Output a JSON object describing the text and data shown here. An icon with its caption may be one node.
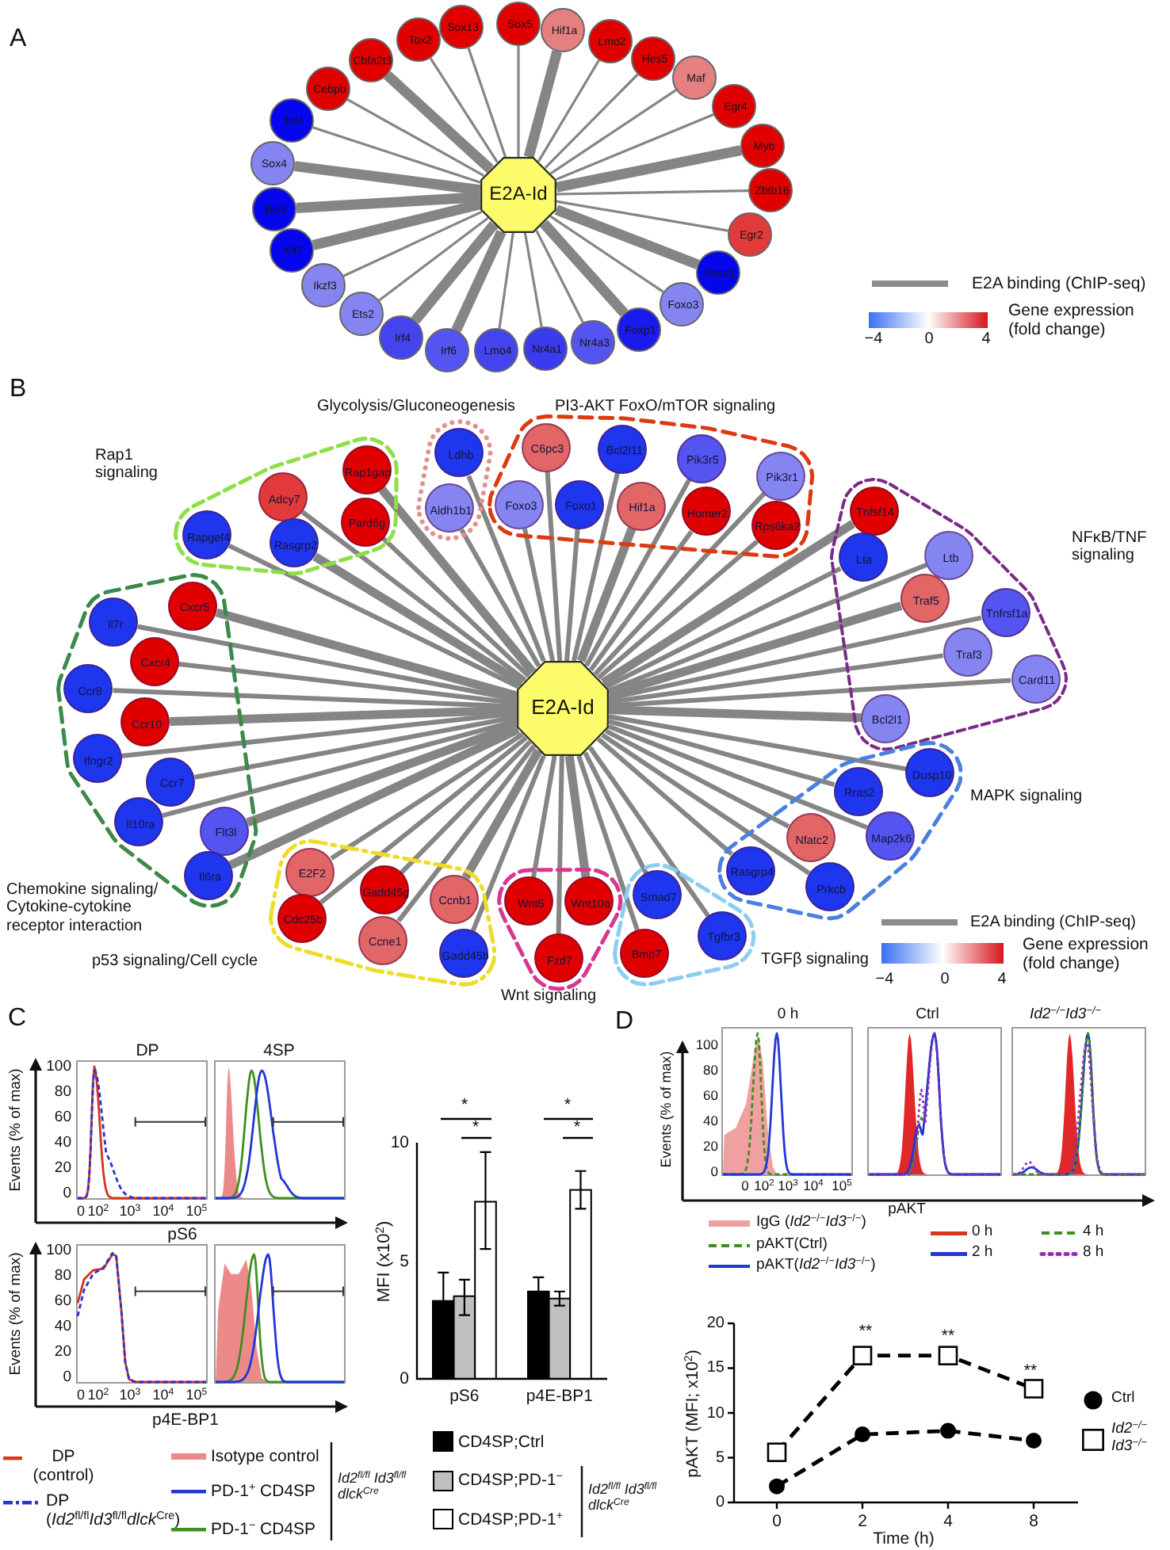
{
  "diagram": {
    "nodes": [
      {
        "text": [
          "E2A-Id"
        ]
      },
      {
        "text": [
          "Cebpb"
        ]
      },
      {
        "text": [
          "Cbfa2t3"
        ]
      },
      {
        "text": [
          "Tox2"
        ]
      },
      {
        "text": [
          "Sox13"
        ]
      },
      {
        "text": [
          "Sox5"
        ]
      },
      {
        "text": [
          "Hif1a"
        ]
      },
      {
        "text": [
          "Lmo2"
        ]
      },
      {
        "text": [
          "Hes5"
        ]
      },
      {
        "text": [
          "Maf"
        ]
      },
      {
        "text": [
          "Egr4"
        ]
      },
      {
        "text": [
          "Myb"
        ]
      },
      {
        "text": [
          "Zbtb16"
        ]
      },
      {
        "text": [
          "Egr2"
        ]
      },
      {
        "text": [
          "Foxo1"
        ]
      },
      {
        "text": [
          "Foxo3"
        ]
      },
      {
        "text": [
          "Foxp1"
        ]
      },
      {
        "text": [
          "Nr4a3"
        ]
      },
      {
        "text": [
          "Nr4a1"
        ]
      },
      {
        "text": [
          "Lmo4"
        ]
      },
      {
        "text": [
          "Irf6"
        ]
      },
      {
        "text": [
          "Irf4"
        ]
      },
      {
        "text": [
          "Ets2"
        ]
      },
      {
        "text": [
          "Ikzf3"
        ]
      },
      {
        "text": [
          "Klf7"
        ]
      },
      {
        "text": [
          "Bcl3"
        ]
      },
      {
        "text": [
          "Sox4"
        ]
      },
      {
        "text": [
          "Tcf4"
        ]
      },
      {
        "text": [
          "E2A-Id"
        ]
      },
      {
        "text": [
          "Glycolysis/Gluconeogenesis"
        ]
      },
      {
        "text": [
          "Ldhb"
        ],
        "in": 29
      },
      {
        "text": [
          "Aldh1b1"
        ],
        "in": 29
      },
      {
        "text": [
          "Rap1 signaling"
        ]
      },
      {
        "text": [
          "Rap1gap"
        ],
        "in": 32
      },
      {
        "text": [
          "Pard6g"
        ],
        "in": 32
      },
      {
        "text": [
          "Rapgef4"
        ],
        "in": 32
      },
      {
        "text": [
          "Adcy7"
        ],
        "in": 32
      },
      {
        "text": [
          "Rasgrp2"
        ],
        "in": 32
      },
      {
        "text": [
          "PI3-AKT FoxO/mTOR signaling"
        ]
      },
      {
        "text": [
          "C6pc3"
        ],
        "in": 38
      },
      {
        "text": [
          "Bcl2l11"
        ],
        "in": 38
      },
      {
        "text": [
          "Foxo3"
        ],
        "in": 38
      },
      {
        "text": [
          "Foxo1"
        ],
        "in": 38
      },
      {
        "text": [
          "Pik3r5"
        ],
        "in": 38
      },
      {
        "text": [
          "Hif1a"
        ],
        "in": 38
      },
      {
        "text": [
          "Pik3r1"
        ],
        "in": 38
      },
      {
        "text": [
          "Homer2"
        ],
        "in": 38
      },
      {
        "text": [
          "Rps6ka2"
        ],
        "in": 38
      },
      {
        "text": [
          "NFκB/TNF signaling"
        ]
      },
      {
        "text": [
          "Tnfsf14"
        ],
        "in": 48
      },
      {
        "text": [
          "Lta"
        ],
        "in": 48
      },
      {
        "text": [
          "Tnfrsf1a"
        ],
        "in": 48
      },
      {
        "text": [
          "Ltb"
        ],
        "in": 48
      },
      {
        "text": [
          "Traf5"
        ],
        "in": 48
      },
      {
        "text": [
          "Bcl2l1"
        ],
        "in": 48
      },
      {
        "text": [
          "Traf3"
        ],
        "in": 48
      },
      {
        "text": [
          "Card11"
        ],
        "in": 48
      },
      {
        "text": [
          "Chemokine signaling/ Cytokine-cytokine receptor interaction"
        ]
      },
      {
        "text": [
          "Il7r"
        ],
        "in": 57
      },
      {
        "text": [
          "Cxcr5"
        ],
        "in": 57
      },
      {
        "text": [
          "Ccr8"
        ],
        "in": 57
      },
      {
        "text": [
          "Ifngr2"
        ],
        "in": 57
      },
      {
        "text": [
          "Cxcr4"
        ],
        "in": 57
      },
      {
        "text": [
          "Il10ra"
        ],
        "in": 57
      },
      {
        "text": [
          "Ccr10"
        ],
        "in": 57
      },
      {
        "text": [
          "Flt3l"
        ],
        "in": 57
      },
      {
        "text": [
          "Ccr7"
        ],
        "in": 57
      },
      {
        "text": [
          "Il6ra"
        ],
        "in": 57
      },
      {
        "text": [
          "MAPK signaling"
        ]
      },
      {
        "text": [
          "Rras2"
        ],
        "in": 68
      },
      {
        "text": [
          "Dusp10"
        ],
        "in": 68
      },
      {
        "text": [
          "Nfatc2"
        ],
        "in": 68
      },
      {
        "text": [
          "Map2k6"
        ],
        "in": 68
      },
      {
        "text": [
          "Rasgrp4"
        ],
        "in": 68
      },
      {
        "text": [
          "Prkcb"
        ],
        "in": 68
      },
      {
        "text": [
          "p53 signaling/Cell cycle"
        ]
      },
      {
        "text": [
          "E2F2"
        ],
        "in": 75
      },
      {
        "text": [
          "Gadd45g"
        ],
        "in": 75
      },
      {
        "text": [
          "Cdc25b"
        ],
        "in": 75
      },
      {
        "text": [
          "Gadd45b"
        ],
        "in": 75
      },
      {
        "text": [
          "Ccne1"
        ],
        "in": 75
      },
      {
        "text": [
          "Ccnb1"
        ],
        "in": 75
      },
      {
        "text": [
          "TGFβ signaling"
        ]
      },
      {
        "text": [
          "Bmp7"
        ],
        "in": 82
      },
      {
        "text": [
          "Smad7"
        ],
        "in": 82
      },
      {
        "text": [
          "Tgfbr3"
        ],
        "in": 82
      },
      {
        "text": [
          "Wnt signaling"
        ]
      },
      {
        "text": [
          "Wnt6"
        ],
        "in": 86
      },
      {
        "text": [
          "Wnt10a"
        ],
        "in": 86
      },
      {
        "text": [
          "Fzd7"
        ],
        "in": 86
      }
    ],
    "edges": [
      {
        "from": 0,
        "to": 1,
        "arrow": "none"
      },
      {
        "from": 0,
        "to": 2,
        "arrow": "none",
        "style": "thick"
      },
      {
        "from": 0,
        "to": 3,
        "arrow": "none"
      },
      {
        "from": 0,
        "to": 4,
        "arrow": "none"
      },
      {
        "from": 0,
        "to": 5,
        "arrow": "none"
      },
      {
        "from": 0,
        "to": 6,
        "arrow": "none",
        "style": "thick"
      },
      {
        "from": 0,
        "to": 7,
        "arrow": "none"
      },
      {
        "from": 0,
        "to": 8,
        "arrow": "none"
      },
      {
        "from": 0,
        "to": 9,
        "arrow": "none"
      },
      {
        "from": 0,
        "to": 10,
        "arrow": "none"
      },
      {
        "from": 0,
        "to": 11,
        "arrow": "none",
        "style": "thick"
      },
      {
        "from": 0,
        "to": 12,
        "arrow": "none"
      },
      {
        "from": 0,
        "to": 13,
        "arrow": "none"
      },
      {
        "from": 0,
        "to": 14,
        "arrow": "none",
        "style": "thick"
      },
      {
        "from": 0,
        "to": 15,
        "arrow": "none"
      },
      {
        "from": 0,
        "to": 16,
        "arrow": "none",
        "style": "thick"
      },
      {
        "from": 0,
        "to": 17,
        "arrow": "none"
      },
      {
        "from": 0,
        "to": 18,
        "arrow": "none"
      },
      {
        "from": 0,
        "to": 19,
        "arrow": "none"
      },
      {
        "from": 0,
        "to": 20,
        "arrow": "none",
        "style": "thick"
      },
      {
        "from": 0,
        "to": 21,
        "arrow": "none",
        "style": "thick"
      },
      {
        "from": 0,
        "to": 22,
        "arrow": "none"
      },
      {
        "from": 0,
        "to": 23,
        "arrow": "none"
      },
      {
        "from": 0,
        "to": 24,
        "arrow": "none",
        "style": "thick"
      },
      {
        "from": 0,
        "to": 25,
        "arrow": "none",
        "style": "thick"
      },
      {
        "from": 0,
        "to": 26,
        "arrow": "none",
        "style": "thick"
      },
      {
        "from": 0,
        "to": 27,
        "arrow": "none"
      },
      {
        "from": 28,
        "to": 30,
        "arrow": "none"
      },
      {
        "from": 28,
        "to": 31,
        "arrow": "none"
      },
      {
        "from": 28,
        "to": 33,
        "arrow": "none",
        "style": "thick"
      },
      {
        "from": 28,
        "to": 34,
        "arrow": "none"
      },
      {
        "from": 28,
        "to": 35,
        "arrow": "none"
      },
      {
        "from": 28,
        "to": 36,
        "arrow": "none"
      },
      {
        "from": 28,
        "to": 37,
        "arrow": "none",
        "style": "thick"
      },
      {
        "from": 28,
        "to": 39,
        "arrow": "none"
      },
      {
        "from": 28,
        "to": 40,
        "arrow": "none"
      },
      {
        "from": 28,
        "to": 41,
        "arrow": "none"
      },
      {
        "from": 28,
        "to": 42,
        "arrow": "none"
      },
      {
        "from": 28,
        "to": 43,
        "arrow": "none"
      },
      {
        "from": 28,
        "to": 44,
        "arrow": "none",
        "style": "thick"
      },
      {
        "from": 28,
        "to": 45,
        "arrow": "none"
      },
      {
        "from": 28,
        "to": 46,
        "arrow": "none"
      },
      {
        "from": 28,
        "to": 47,
        "arrow": "none"
      },
      {
        "from": 28,
        "to": 49,
        "arrow": "none",
        "style": "thick"
      },
      {
        "from": 28,
        "to": 50,
        "arrow": "none"
      },
      {
        "from": 28,
        "to": 51,
        "arrow": "none"
      },
      {
        "from": 28,
        "to": 52,
        "arrow": "none"
      },
      {
        "from": 28,
        "to": 53,
        "arrow": "none",
        "style": "thick"
      },
      {
        "from": 28,
        "to": 54,
        "arrow": "none",
        "style": "thick"
      },
      {
        "from": 28,
        "to": 55,
        "arrow": "none"
      },
      {
        "from": 28,
        "to": 56,
        "arrow": "none"
      },
      {
        "from": 28,
        "to": 58,
        "arrow": "none"
      },
      {
        "from": 28,
        "to": 59,
        "arrow": "none",
        "style": "thick"
      },
      {
        "from": 28,
        "to": 60,
        "arrow": "none"
      },
      {
        "from": 28,
        "to": 61,
        "arrow": "none"
      },
      {
        "from": 28,
        "to": 62,
        "arrow": "none"
      },
      {
        "from": 28,
        "to": 63,
        "arrow": "none"
      },
      {
        "from": 28,
        "to": 64,
        "arrow": "none",
        "style": "thick"
      },
      {
        "from": 28,
        "to": 65,
        "arrow": "none",
        "style": "thick"
      },
      {
        "from": 28,
        "to": 66,
        "arrow": "none"
      },
      {
        "from": 28,
        "to": 67,
        "arrow": "none",
        "style": "thick"
      },
      {
        "from": 28,
        "to": 69,
        "arrow": "none"
      },
      {
        "from": 28,
        "to": 70,
        "arrow": "none"
      },
      {
        "from": 28,
        "to": 71,
        "arrow": "none"
      },
      {
        "from": 28,
        "to": 72,
        "arrow": "none"
      },
      {
        "from": 28,
        "to": 73,
        "arrow": "none"
      },
      {
        "from": 28,
        "to": 74,
        "arrow": "none"
      },
      {
        "from": 28,
        "to": 76,
        "arrow": "none"
      },
      {
        "from": 28,
        "to": 77,
        "arrow": "none"
      },
      {
        "from": 28,
        "to": 78,
        "arrow": "none"
      },
      {
        "from": 28,
        "to": 79,
        "arrow": "none"
      },
      {
        "from": 28,
        "to": 80,
        "arrow": "none"
      },
      {
        "from": 28,
        "to": 81,
        "arrow": "none",
        "style": "thick"
      },
      {
        "from": 28,
        "to": 83,
        "arrow": "none"
      },
      {
        "from": 28,
        "to": 84,
        "arrow": "none"
      },
      {
        "from": 28,
        "to": 85,
        "arrow": "none"
      },
      {
        "from": 28,
        "to": 87,
        "arrow": "none"
      },
      {
        "from": 28,
        "to": 88,
        "arrow": "none",
        "style": "thick"
      },
      {
        "from": 28,
        "to": 89,
        "arrow": "none"
      }
    ],
    "labels": [
      "A",
      "−4",
      "0",
      "4",
      "B",
      "−4",
      "0",
      "4",
      "C",
      "DP",
      "4SP",
      "100",
      "80",
      "60",
      "40",
      "20",
      "0",
      "Events (% of max)",
      "0",
      "10$^{2}$",
      "10$^{3}$",
      "10$^{4}$",
      "10$^{5}$",
      "pS6",
      "100",
      "80",
      "60",
      "40",
      "20",
      "0",
      "Events (% of max)",
      "0",
      "10$^{2}$",
      "10$^{3}$",
      "10$^{4}$",
      "10$^{5}$",
      "p4E-BP1",
      "Id2$^{fl/fl}$ Id3$^{fl/fl}$ dlck$^{Cre}$",
      "Id2$^{fl/fl}$ Id3$^{fl/fl}$ dlck$^{Cre}$",
      "D",
      "0 h",
      "Ctrl",
      "Id2$^{−/−}$Id3$^{−/−}$",
      "100",
      "80",
      "60",
      "40",
      "20",
      "0",
      "Events (% of max)",
      "0",
      "10$^{2}$",
      "10$^{3}$",
      "10$^{4}$",
      "10$^{5}$",
      "pAKT"
    ],
    "legend": [
      {
        "text": "E2A binding (ChIP-seq)"
      },
      {
        "text": "Gene expression (fold change)"
      },
      {
        "text": "E2A binding (ChIP-seq)"
      },
      {
        "text": "Gene expression (fold change)"
      },
      {
        "text": "DP (control)"
      },
      {
        "text": "DP (*Id2*$^{fl/fl}$*Id3*$^{fl/fl}$*dlck*$^{Cre}$)"
      },
      {
        "text": "Isotype control"
      },
      {
        "text": "PD-1$^{+}$ CD4SP"
      },
      {
        "text": "PD-1$^{−}$ CD4SP"
      },
      {
        "text": "IgG (*Id2*$^{−/−}$*Id3*$^{−/−}$)"
      },
      {
        "text": "pAKT(Ctrl)"
      },
      {
        "text": "pAKT(*Id2*$^{−/−}$*Id3*$^{−/−}$)"
      },
      {
        "text": "0 h"
      },
      {
        "text": "2 h"
      },
      {
        "text": "4 h"
      },
      {
        "text": "8 h"
      }
    ],
    "chart_data": [
      {
        "type": "bar",
        "ylabel": "MFI (x10$^{2}$)",
        "categories": [
          "pS6",
          "p4E-BP1"
        ],
        "series": [
          {
            "name": "CD4SP;Ctrl",
            "color": "#000000",
            "values": [
              3.3,
              3.7
            ]
          },
          {
            "name": "CD4SP;PD-1$^{−}$",
            "color": "#c0c0c0",
            "values": [
              3.5,
              3.4
            ]
          },
          {
            "name": "CD4SP;PD-1$^{+}$",
            "color": "#ffffff",
            "values": [
              7.5,
              8.0
            ]
          }
        ],
        "ylim": [
          0,
          10
        ],
        "yticks": [
          0,
          5,
          10
        ],
        "legend": "bottom",
        "annotations": [
          "*",
          "*",
          "*",
          "*"
        ]
      },
      {
        "type": "line",
        "xlabel": "Time (h)",
        "ylabel": "pAKT (MFI; x10$^{2}$)",
        "categories": [
          "0",
          "2",
          "4",
          "8"
        ],
        "series": [
          {
            "name": "Ctrl",
            "color": "#000000",
            "values": [
              1.8,
              7.6,
              8.0,
              6.9
            ],
            "line_style": "dashed",
            "marker": "circle"
          },
          {
            "name": "Id2$^{−/−}$ Id3$^{−/−}$",
            "color": "#000000",
            "values": [
              5.6,
              16.4,
              16.4,
              12.7
            ],
            "line_style": "dashed",
            "marker": "square"
          }
        ],
        "ylim": [
          0,
          20
        ],
        "yticks": [
          0,
          5,
          10,
          15,
          20
        ],
        "legend": "right",
        "annotations": [
          "**",
          "**",
          "**"
        ]
      }
    ]
  }
}
